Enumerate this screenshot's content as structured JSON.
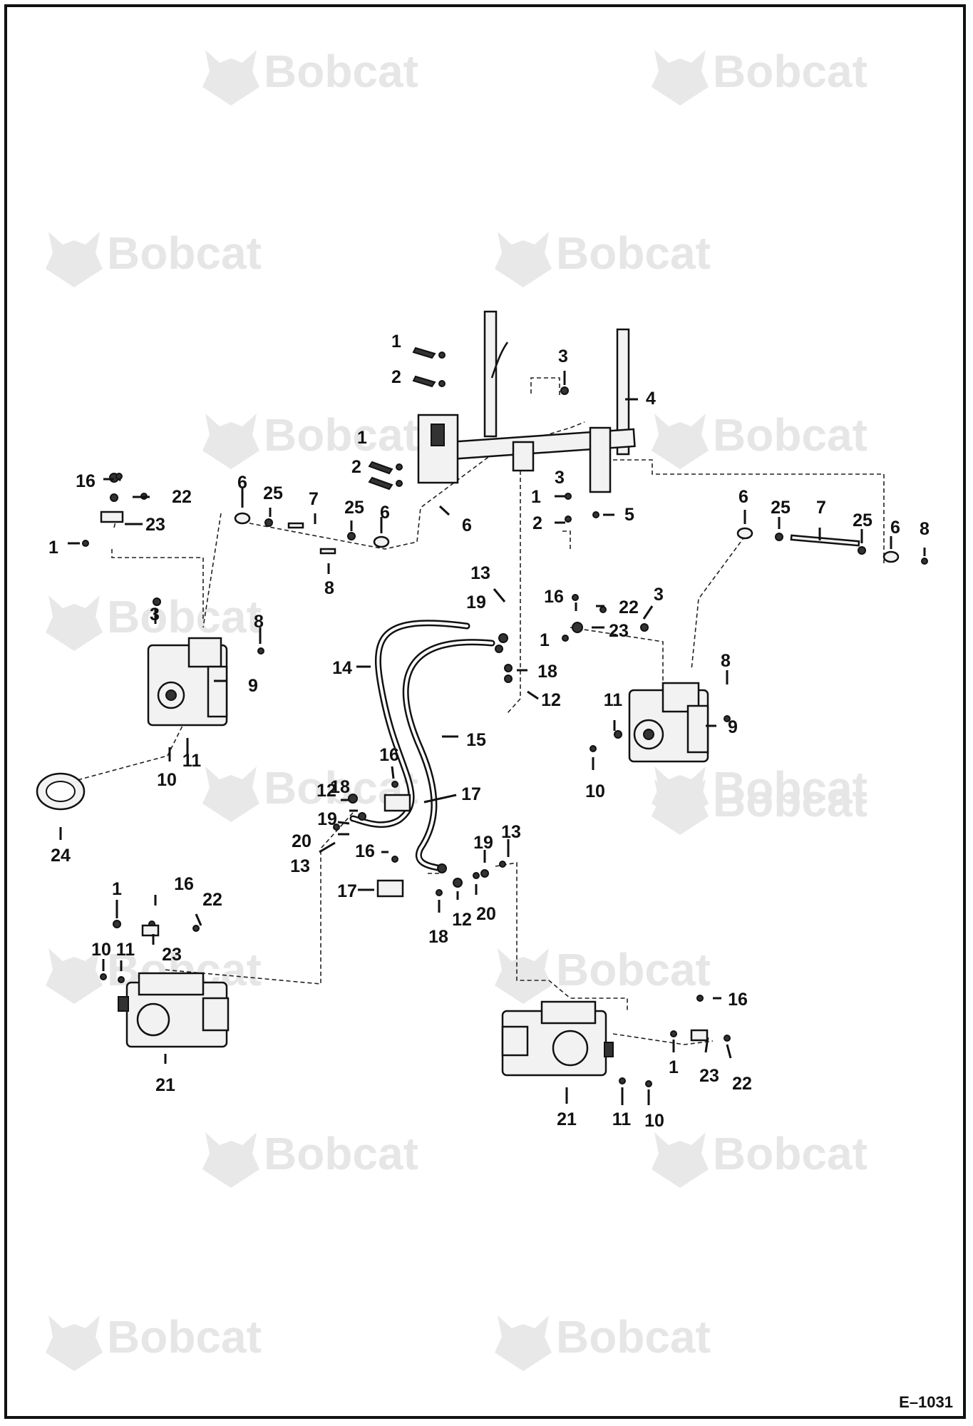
{
  "watermark": {
    "text": "Bobcat"
  },
  "drawing_number": "E–1031",
  "callouts": [
    "1",
    "2",
    "3",
    "4",
    "5",
    "6",
    "7",
    "8",
    "9",
    "10",
    "11",
    "12",
    "13",
    "14",
    "15",
    "16",
    "17",
    "18",
    "19",
    "20",
    "21",
    "22",
    "23",
    "24",
    "25"
  ]
}
